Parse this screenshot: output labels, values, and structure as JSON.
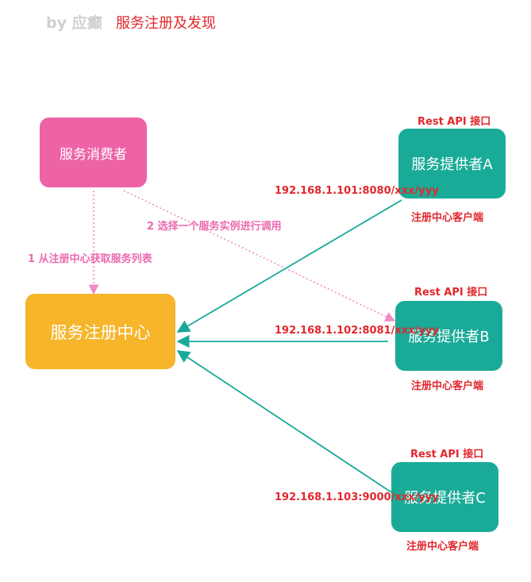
{
  "header": {
    "author": "by 应癫",
    "title": "服务注册及发现"
  },
  "nodes": {
    "consumer": {
      "label": "服务消费者"
    },
    "registry": {
      "label": "服务注册中心"
    },
    "provider_a": {
      "label": "服务提供者A",
      "api_label": "Rest API 接口",
      "client_label": "注册中心客户端",
      "address": "192.168.1.101:8080/xxx/yyy"
    },
    "provider_b": {
      "label": "服务提供者B",
      "api_label": "Rest API 接口",
      "client_label": "注册中心客户端",
      "address": "192.168.1.102:8081/xxx/yyy"
    },
    "provider_c": {
      "label": "服务提供者C",
      "api_label": "Rest API 接口",
      "client_label": "注册中心客户端",
      "address": "192.168.1.103:9000/xxx/yyy"
    }
  },
  "edges": {
    "fetch_list": "1 从注册中心获取服务列表",
    "pick_instance": "2 选择一个服务实例进行调用"
  },
  "colors": {
    "consumer": "#ee62a6",
    "registry": "#f6b52a",
    "provider": "#1aab98",
    "arrow_teal": "#1aa89a",
    "arrow_pink": "#f08cc4",
    "label_red": "#e2272d",
    "label_pink": "#ec6ab0"
  }
}
